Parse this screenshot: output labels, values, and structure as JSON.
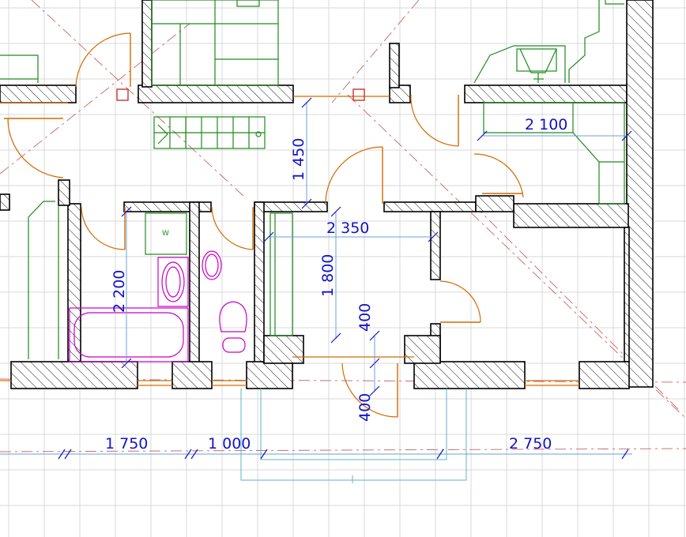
{
  "plan": {
    "vertical_dimensions": [
      {
        "id": "dim-1450",
        "label": "1 450"
      },
      {
        "id": "dim-2200",
        "label": "2 200"
      },
      {
        "id": "dim-1800",
        "label": "1 800"
      },
      {
        "id": "dim-400-upper",
        "label": "400"
      },
      {
        "id": "dim-400-lower",
        "label": "400"
      }
    ],
    "horizontal_dimensions": [
      {
        "id": "dim-2100",
        "label": "2 100"
      },
      {
        "id": "dim-2350",
        "label": "2 350"
      },
      {
        "id": "dim-1750",
        "label": "1 750"
      },
      {
        "id": "dim-1000",
        "label": "1 000"
      },
      {
        "id": "dim-2750",
        "label": "2 750"
      }
    ],
    "fixture_labels": {
      "washing_machine": "W"
    },
    "colors": {
      "walls": "#000000",
      "doors": "#d46a00",
      "furniture": "#1d8a1d",
      "sanitary": "#c800c8",
      "dimensions": "#1212c8",
      "dimension_lines": "#6aa0d8",
      "axis_lines": "#c86464",
      "grid": "#d9d9d9"
    }
  }
}
